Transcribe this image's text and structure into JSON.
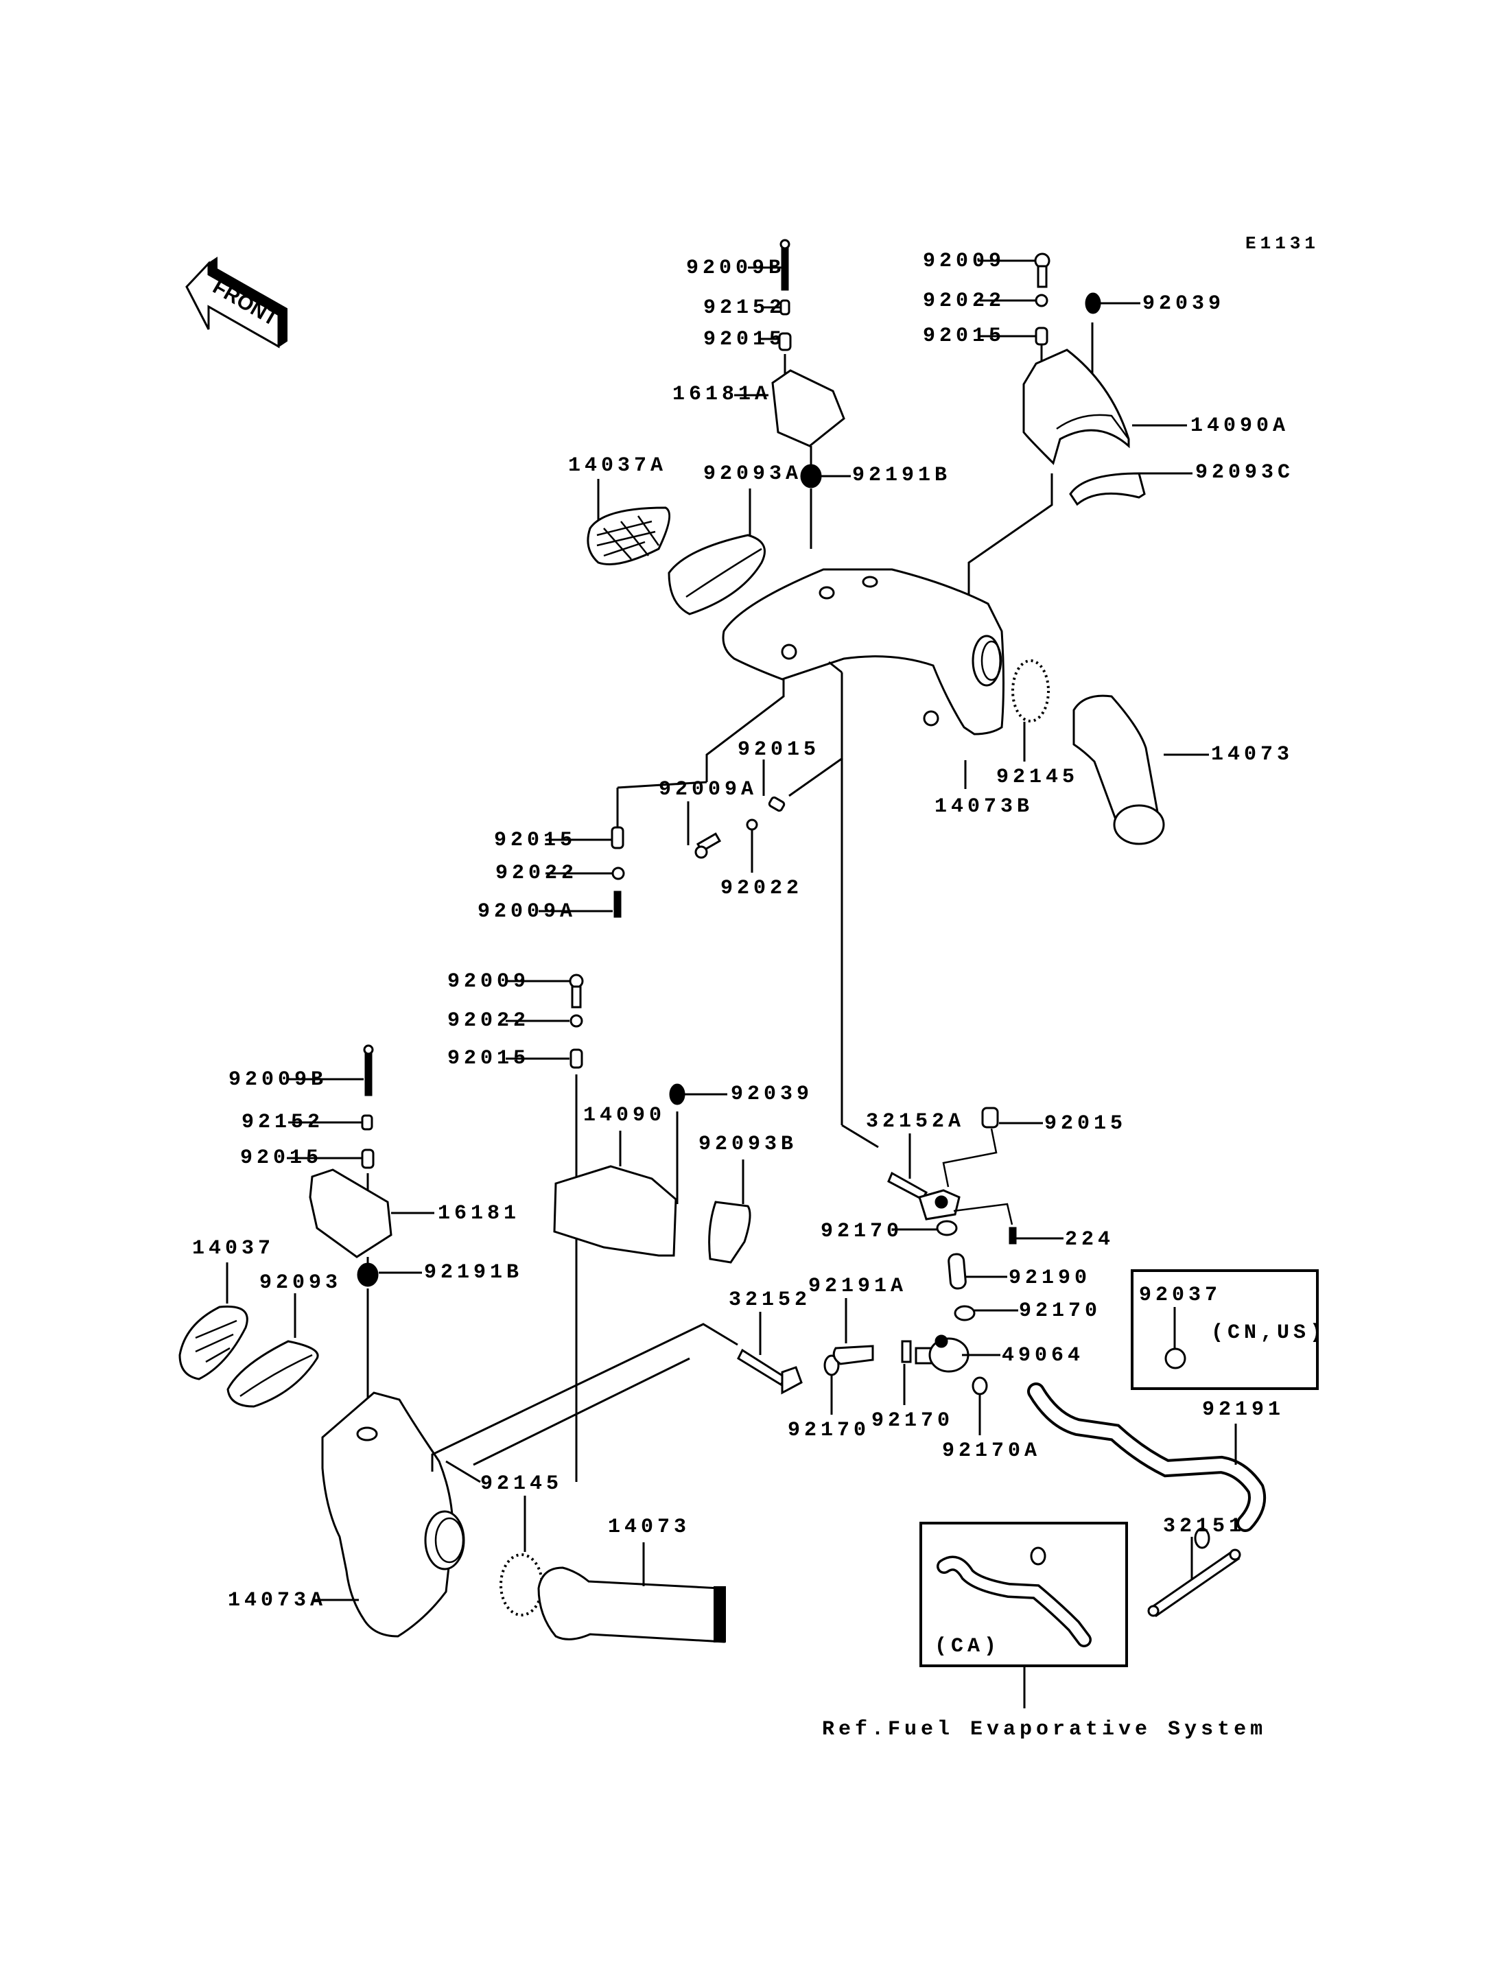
{
  "diagram": {
    "code": "E1131",
    "front_arrow": "FRONT",
    "reference_note": "Ref.Fuel Evaporative System",
    "inset_cn_us": {
      "part": "92037",
      "note": "(CN,US)"
    },
    "inset_ca": {
      "note": "(CA)"
    },
    "upper_assembly": {
      "bolt_b": "92009B",
      "collar_152": "92152",
      "collar_015_a": "92015",
      "cover_a": "16181A",
      "grommet_b": "92191B",
      "filter_a": "14037A",
      "seal_a": "92093A",
      "bolt": "92009",
      "washer": "92022",
      "collar_015_b": "92015",
      "bolt_039": "92039",
      "duct_cover_a": "14090A",
      "seal_c": "92093C",
      "housing_b": "14073B",
      "clamp_ring": "92145",
      "duct": "14073",
      "collar_015_c": "92015",
      "bolt_a_1": "92009A",
      "washer_2": "92022",
      "collar_015_d": "92015",
      "washer_3": "92022",
      "bolt_a_2": "92009A"
    },
    "lower_assembly": {
      "bolt": "92009",
      "washer": "92022",
      "collar_015": "92015",
      "bolt_b": "92009B",
      "collar_152": "92152",
      "collar_015_b": "92015",
      "bolt_039": "92039",
      "duct_cover": "14090",
      "seal_b": "92093B",
      "cover": "16181",
      "filter": "14037",
      "seal": "92093",
      "grommet_b": "92191B",
      "clamp_ring": "92145",
      "duct": "14073",
      "housing_a": "14073A"
    },
    "drain_assembly": {
      "pipe_a": "32152A",
      "collar_015": "92015",
      "clamp_1": "92170",
      "screw": "224",
      "hose_190": "92190",
      "clamp_2": "92170",
      "pipe": "32152",
      "hose_a": "92191A",
      "valve": "49064",
      "clamp_3": "92170",
      "clamp_4": "92170",
      "clamp_a": "92170A",
      "hose": "92191",
      "pipe_151": "32151"
    }
  }
}
